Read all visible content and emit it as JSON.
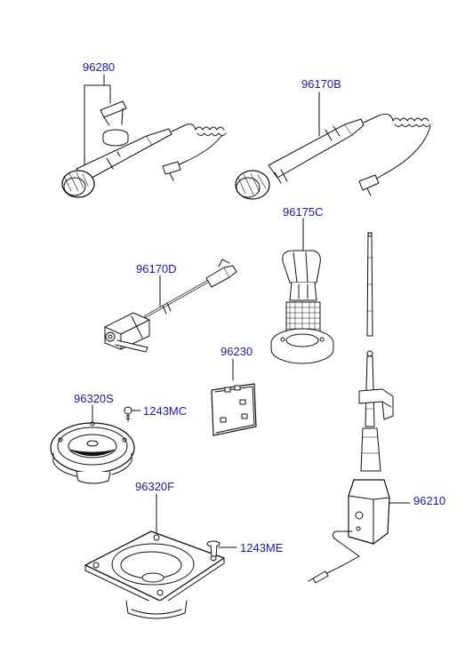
{
  "parts": {
    "p96280": "96280",
    "p96170b": "96170B",
    "p96175c": "96175C",
    "p96170d": "96170D",
    "p96230": "96230",
    "p96320s": "96320S",
    "p1243mc": "1243MC",
    "p96320f": "96320F",
    "p1243me": "1243ME",
    "p96210": "96210"
  },
  "colors": {
    "label": "#1a1aa6",
    "line": "#111111",
    "background": "#ffffff"
  }
}
